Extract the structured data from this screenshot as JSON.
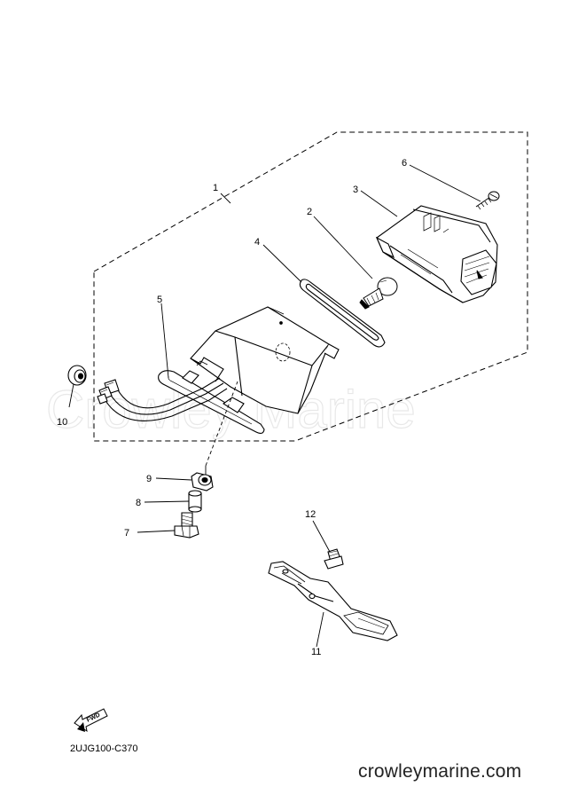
{
  "watermark": "Crowley Marine",
  "diagram_code": "2UJG100-C370",
  "website": "crowleymarine.com",
  "fwd_label": "FWD",
  "callouts": {
    "c1": "1",
    "c2": "2",
    "c3": "3",
    "c4": "4",
    "c5": "5",
    "c6": "6",
    "c7": "7",
    "c8": "8",
    "c9": "9",
    "c10": "10",
    "c11": "11",
    "c12": "12"
  }
}
